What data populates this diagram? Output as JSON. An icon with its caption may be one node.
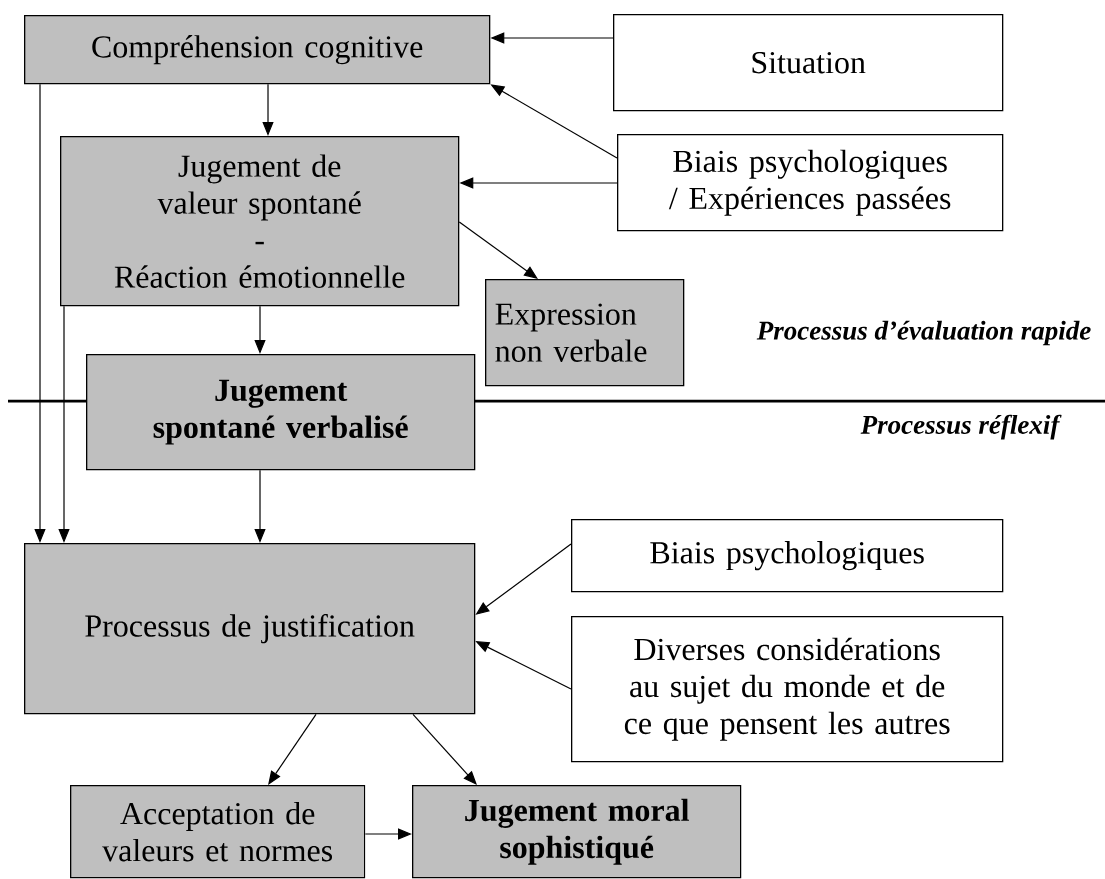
{
  "diagram": {
    "nodes": [
      {
        "text": [
          "Compréhension cognitive"
        ]
      },
      {
        "text": [
          "Situation"
        ]
      },
      {
        "text": [
          "Jugement de valeur spontané",
          "-",
          "Réaction émotionnelle"
        ]
      },
      {
        "text": [
          "Biais psychologiques / Expériences passées"
        ]
      },
      {
        "text": [
          "Expression non verbale"
        ]
      },
      {
        "text": [
          "Jugement spontané verbalisé"
        ]
      },
      {
        "text": [
          "Processus de justification"
        ]
      },
      {
        "text": [
          "Biais psychologiques"
        ]
      },
      {
        "text": [
          "Diverses considérations au sujet du monde et de ce que pensent les autres"
        ]
      },
      {
        "text": [
          "Acceptation de valeurs et normes"
        ]
      },
      {
        "text": [
          "Jugement moral sophistiqué"
        ]
      }
    ],
    "edges": [
      {
        "from": 1,
        "to": 0,
        "arrow": "to"
      },
      {
        "from": 3,
        "to": 0,
        "arrow": "to"
      },
      {
        "from": 0,
        "to": 2,
        "arrow": "to"
      },
      {
        "from": 3,
        "to": 2,
        "arrow": "to"
      },
      {
        "from": 2,
        "to": 4,
        "arrow": "to"
      },
      {
        "from": 2,
        "to": 5,
        "arrow": "to"
      },
      {
        "from": 0,
        "to": 6,
        "arrow": "to"
      },
      {
        "from": 2,
        "to": 6,
        "arrow": "to"
      },
      {
        "from": 5,
        "to": 6,
        "arrow": "to"
      },
      {
        "from": 7,
        "to": 6,
        "arrow": "to"
      },
      {
        "from": 8,
        "to": 6,
        "arrow": "to"
      },
      {
        "from": 6,
        "to": 9,
        "arrow": "to"
      },
      {
        "from": 6,
        "to": 10,
        "arrow": "to"
      },
      {
        "from": 9,
        "to": 10,
        "arrow": "to"
      }
    ],
    "labels": [
      "Processus d’évaluation rapide",
      "Processus réflexif"
    ]
  }
}
